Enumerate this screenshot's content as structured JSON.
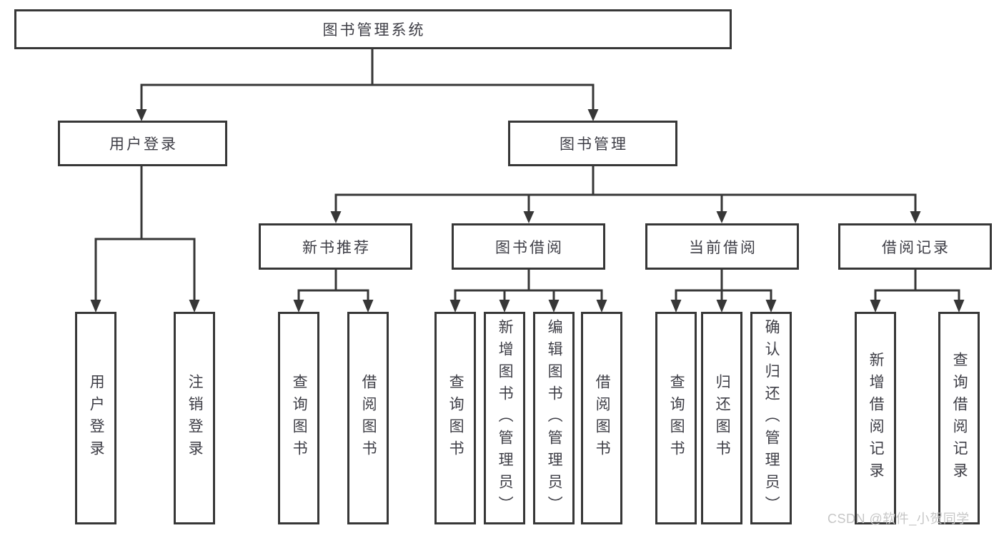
{
  "tree": {
    "root": {
      "label": "图书管理系统"
    },
    "branches": [
      {
        "label": "用户登录",
        "children": [
          {
            "label": "用户登录"
          },
          {
            "label": "注销登录"
          }
        ]
      },
      {
        "label": "图书管理",
        "children": [
          {
            "label": "新书推荐",
            "children": [
              {
                "label": "查询图书"
              },
              {
                "label": "借阅图书"
              }
            ]
          },
          {
            "label": "图书借阅",
            "children": [
              {
                "label": "查询图书"
              },
              {
                "label": "新增图书（管理员）"
              },
              {
                "label": "编辑图书（管理员）"
              },
              {
                "label": "借阅图书"
              }
            ]
          },
          {
            "label": "当前借阅",
            "children": [
              {
                "label": "查询图书"
              },
              {
                "label": "归还图书"
              },
              {
                "label": "确认归还（管理员）"
              }
            ]
          },
          {
            "label": "借阅记录",
            "children": [
              {
                "label": "新增借阅记录"
              },
              {
                "label": "查询借阅记录"
              }
            ]
          }
        ]
      }
    ]
  },
  "watermark": {
    "text": "CSDN @软件_小贺同学"
  },
  "colors": {
    "line": "#373737",
    "text": "#3e3e46",
    "watermark": "#c6c6c6",
    "background": "#ffffff"
  }
}
